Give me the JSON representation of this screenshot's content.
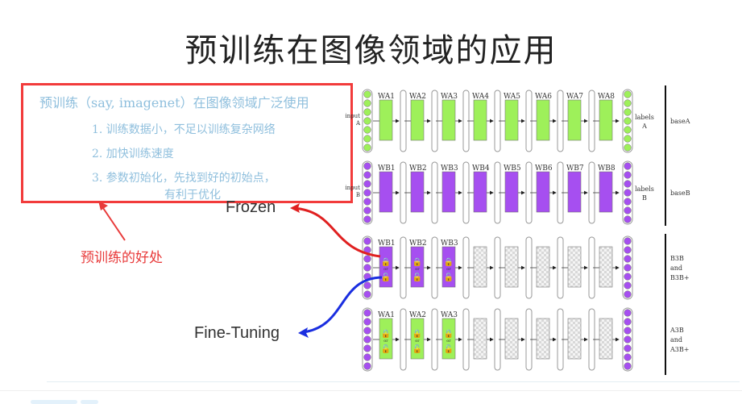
{
  "title": "预训练在图像领域的应用",
  "benefits": {
    "heading": "预训练（say, imagenet）在图像领域广泛使用",
    "points": [
      "1. 训练数据小，不足以训练复杂网络",
      "2. 加快训练速度",
      "3. 参数初始化，先找到好的初始点，"
    ],
    "point3_cont": "有利于优化",
    "label": "预训练的好处"
  },
  "annotations": {
    "frozen": "Frozen",
    "fine_tuning": "Fine-Tuning"
  },
  "network": {
    "colors": {
      "green": "#9ef05a",
      "purple": "#a64ff0",
      "red": "#e02020",
      "blue": "#1a2ee0",
      "box_border": "#f23b3b"
    },
    "rows": [
      {
        "name": "baseA",
        "input": "input A",
        "labels": "labels A",
        "weights": [
          "WA1",
          "WA2",
          "WA3",
          "WA4",
          "WA5",
          "WA6",
          "WA7",
          "WA8"
        ],
        "color": "green",
        "node_color": "green",
        "trained": 8,
        "locks": false
      },
      {
        "name": "baseB",
        "input": "input B",
        "labels": "labels B",
        "weights": [
          "WB1",
          "WB2",
          "WB3",
          "WB4",
          "WB5",
          "WB6",
          "WB7",
          "WB8"
        ],
        "color": "purple",
        "node_color": "purple",
        "trained": 8,
        "locks": false
      },
      {
        "name": "B3B and B3B+",
        "input": "",
        "labels": "",
        "weights": [
          "WB1",
          "WB2",
          "WB3"
        ],
        "color": "purple",
        "node_color": "purple",
        "trained": 3,
        "locks": true
      },
      {
        "name": "A3B and A3B+",
        "input": "",
        "labels": "",
        "weights": [
          "WA1",
          "WA2",
          "WA3"
        ],
        "color": "green",
        "node_color": "purple",
        "trained": 3,
        "locks": true
      }
    ],
    "lock_or": "or"
  }
}
